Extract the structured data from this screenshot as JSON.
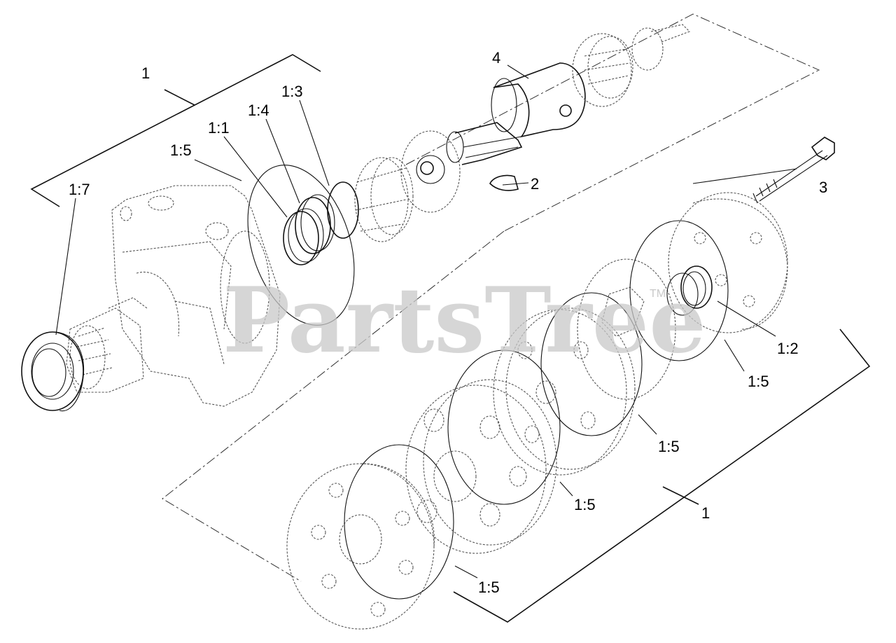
{
  "watermark": {
    "text": "PartsTree",
    "trademark": "TM"
  },
  "labels": {
    "group_1_top": "1",
    "group_1_bottom": "1",
    "part_1_7": "1:7",
    "part_1_5_a": "1:5",
    "part_1_1": "1:1",
    "part_1_4": "1:4",
    "part_1_3": "1:3",
    "part_4": "4",
    "part_2": "2",
    "part_3": "3",
    "part_1_2": "1:2",
    "part_1_5_b": "1:5",
    "part_1_5_c": "1:5",
    "part_1_5_d": "1:5",
    "part_1_5_e": "1:5"
  }
}
